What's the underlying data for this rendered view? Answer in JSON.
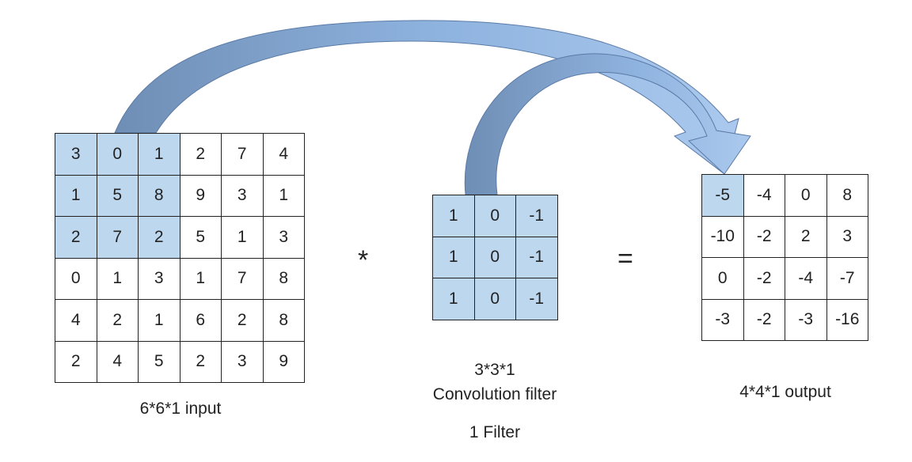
{
  "input": {
    "label": "6*6*1 input",
    "rows": [
      [
        "3",
        "0",
        "1",
        "2",
        "7",
        "4"
      ],
      [
        "1",
        "5",
        "8",
        "9",
        "3",
        "1"
      ],
      [
        "2",
        "7",
        "2",
        "5",
        "1",
        "3"
      ],
      [
        "0",
        "1",
        "3",
        "1",
        "7",
        "8"
      ],
      [
        "4",
        "2",
        "1",
        "6",
        "2",
        "8"
      ],
      [
        "2",
        "4",
        "5",
        "2",
        "3",
        "9"
      ]
    ]
  },
  "operators": {
    "multiply": "*",
    "equals": "="
  },
  "filter": {
    "dims": "3*3*1",
    "name": "Convolution filter",
    "count": "1 Filter",
    "rows": [
      [
        "1",
        "0",
        "-1"
      ],
      [
        "1",
        "0",
        "-1"
      ],
      [
        "1",
        "0",
        "-1"
      ]
    ]
  },
  "output": {
    "label": "4*4*1 output",
    "rows": [
      [
        "-5",
        "-4",
        "0",
        "8"
      ],
      [
        "-10",
        "-2",
        "2",
        "3"
      ],
      [
        "0",
        "-2",
        "-4",
        "-7"
      ],
      [
        "-3",
        "-2",
        "-3",
        "-16"
      ]
    ]
  },
  "colors": {
    "highlight": "#bdd7ee",
    "arrow_dark": "#7090b8",
    "arrow_light": "#a9c8ec"
  }
}
